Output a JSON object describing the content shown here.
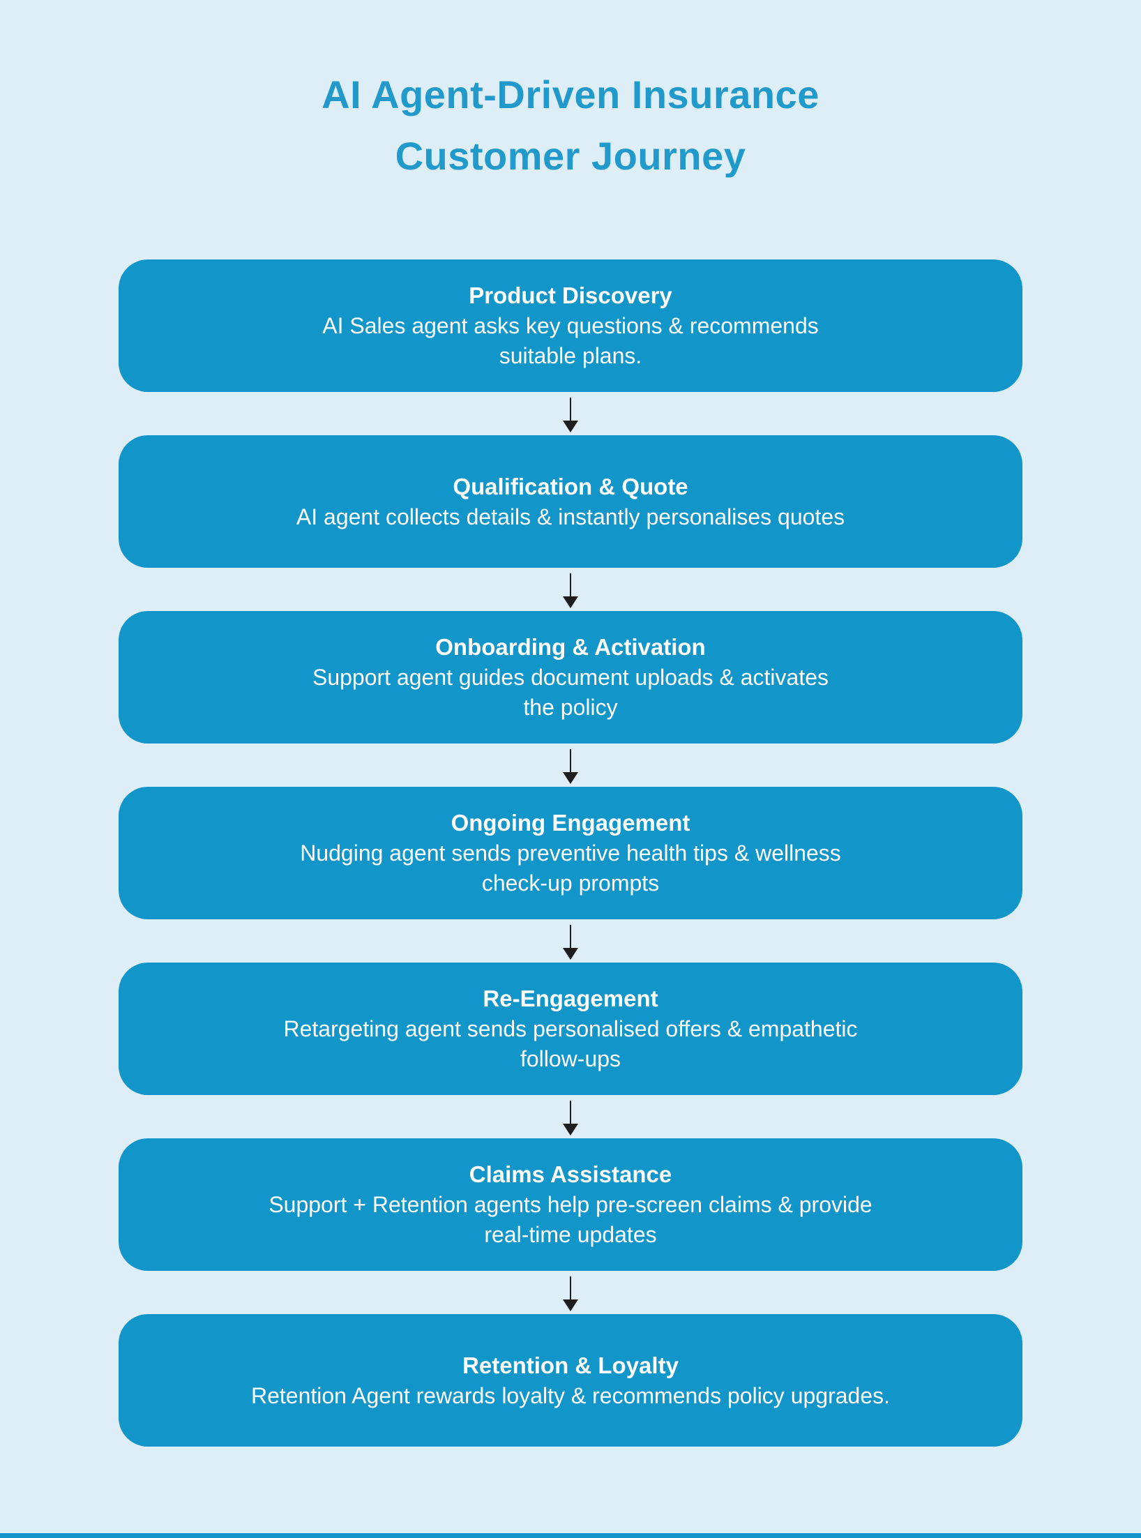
{
  "page": {
    "title_line1": "AI Agent-Driven Insurance",
    "title_line2": "Customer Journey",
    "colors": {
      "background": "#ddeef6",
      "box_fill": "#1295c9",
      "title_text": "#2199cb",
      "box_text": "#ffffff",
      "arrow": "#1e1e1e"
    }
  },
  "diagram": {
    "steps": [
      {
        "title": "Product Discovery",
        "lines": [
          "AI Sales agent asks key questions & recommends",
          "suitable plans."
        ]
      },
      {
        "title": "Qualification & Quote",
        "lines": [
          "AI agent collects details & instantly personalises quotes",
          ""
        ]
      },
      {
        "title": "Onboarding & Activation",
        "lines": [
          "Support agent guides document uploads & activates",
          "the policy"
        ]
      },
      {
        "title": "Ongoing Engagement",
        "lines": [
          "Nudging agent sends preventive health tips & wellness",
          "check-up prompts"
        ]
      },
      {
        "title": "Re-Engagement",
        "lines": [
          "Retargeting agent sends personalised offers & empathetic",
          "follow-ups"
        ]
      },
      {
        "title": "Claims Assistance",
        "lines": [
          "Support + Retention agents help pre-screen claims & provide",
          "real-time updates"
        ]
      },
      {
        "title": "Retention & Loyalty",
        "lines": [
          "Retention Agent rewards loyalty & recommends policy upgrades.",
          ""
        ]
      }
    ]
  }
}
